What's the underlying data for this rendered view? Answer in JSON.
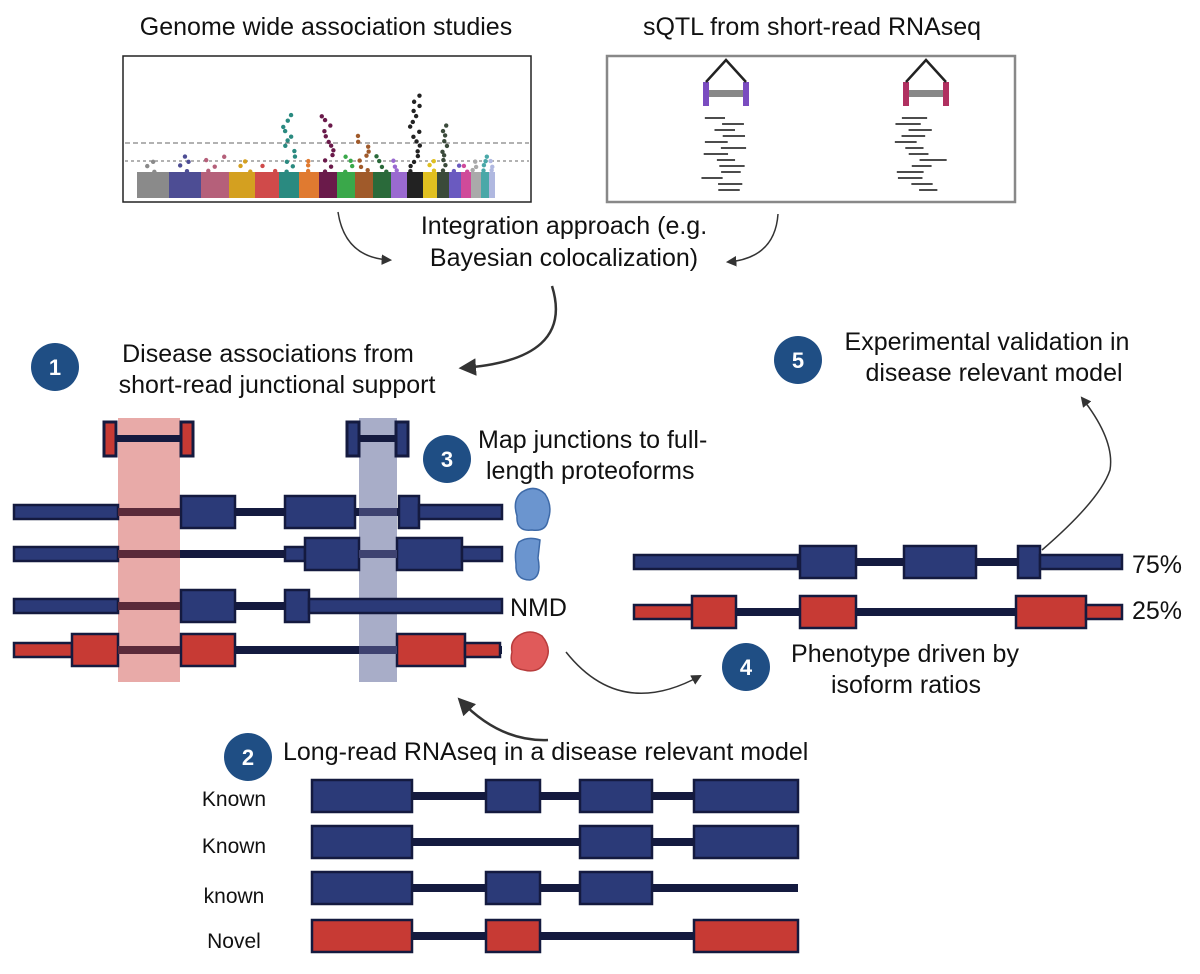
{
  "panels": {
    "gwas_title": "Genome wide association studies",
    "sqtl_title": "sQTL from short-read RNAseq"
  },
  "integration": {
    "line1": "Integration approach (e.g.",
    "line2": "Bayesian colocalization)"
  },
  "steps": [
    {
      "number": "1",
      "line1": "Disease associations from",
      "line2": "short-read junctional support"
    },
    {
      "number": "2",
      "line1": "Long-read RNAseq in a disease relevant model",
      "line2": ""
    },
    {
      "number": "3",
      "line1": "Map junctions to full-",
      "line2": "length proteoforms"
    },
    {
      "number": "4",
      "line1": "Phenotype driven by",
      "line2": "isoform ratios"
    },
    {
      "number": "5",
      "line1": "Experimental validation in",
      "line2": "disease relevant model"
    }
  ],
  "nmd_label": "NMD",
  "ratios": {
    "top": "75%",
    "bottom": "25%"
  },
  "isoform_labels": [
    "Known",
    "Known",
    "known",
    "Novel"
  ],
  "colors": {
    "navy": "#2b3a78",
    "navy_dark": "#141a3f",
    "red": "#c73a34",
    "step_circle": "#1f4e84",
    "pink_highlight": "#e8aaa8",
    "blue_highlight": "#a8adc8"
  },
  "icons": {
    "protein_blue": "protein-blob-icon",
    "protein_red": "protein-blob-icon",
    "arrow": "curved-arrow-icon"
  }
}
